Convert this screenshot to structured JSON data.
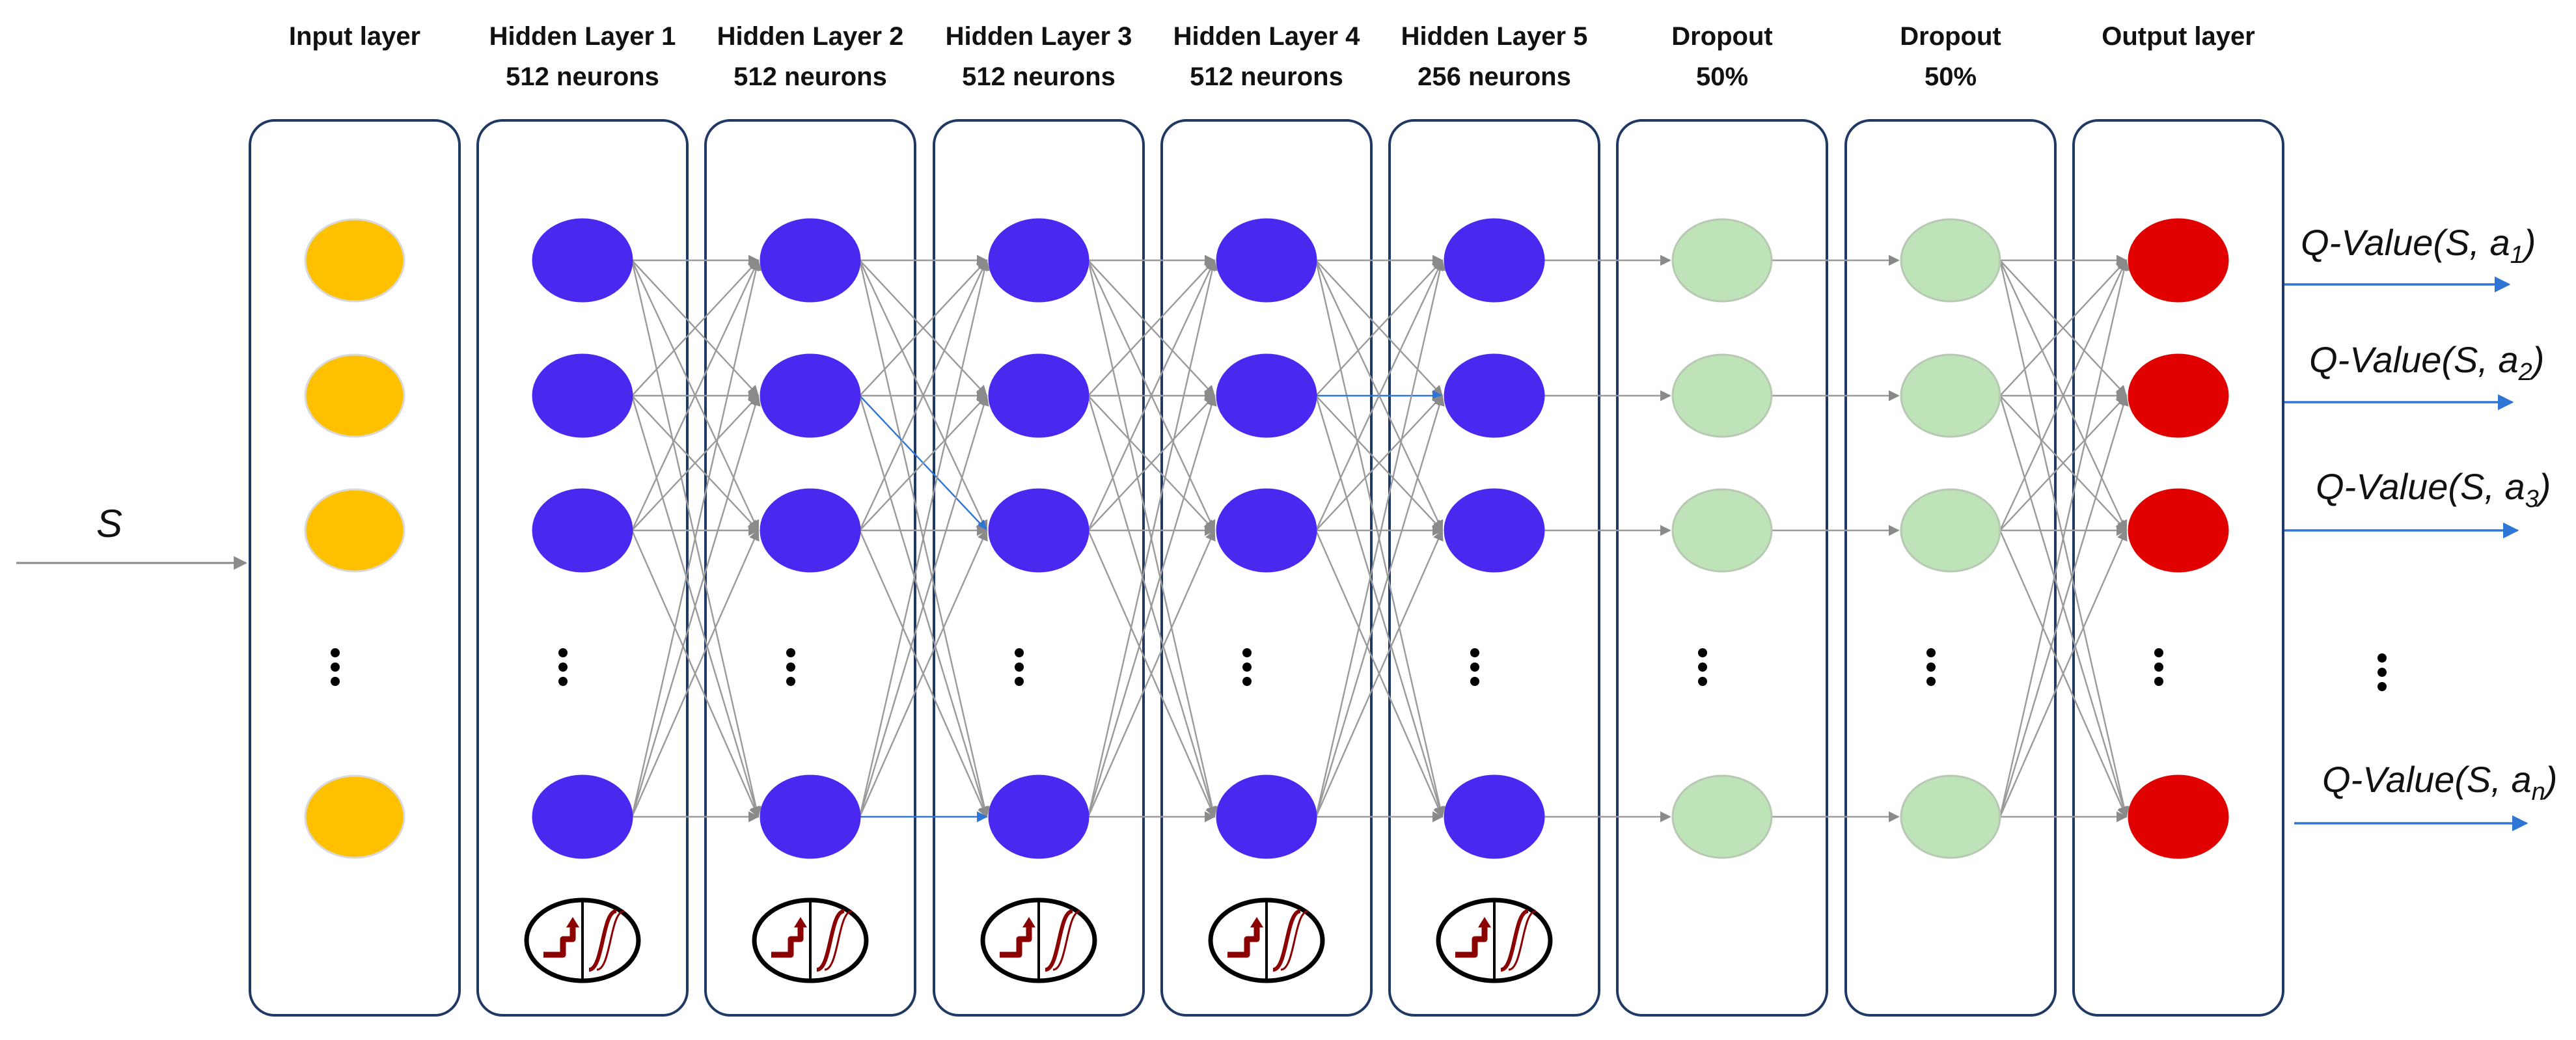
{
  "colors": {
    "frame": "#1F3864",
    "input_node": "#FFC000",
    "hidden_node": "#4B28F0",
    "dropout_node": "#BFE3B8",
    "output_node": "#E00000",
    "connection": "#9A9A9A",
    "highlight_connection": "#2E75D6",
    "activation_icon": "#8B0000"
  },
  "input_symbol": "S",
  "layers": [
    {
      "id": "input",
      "line1": "Input layer",
      "line2": "",
      "node_type": "input",
      "activation_icon": false
    },
    {
      "id": "hidden1",
      "line1": "Hidden Layer 1",
      "line2": "512 neurons",
      "node_type": "hidden",
      "activation_icon": true
    },
    {
      "id": "hidden2",
      "line1": "Hidden Layer 2",
      "line2": "512 neurons",
      "node_type": "hidden",
      "activation_icon": true
    },
    {
      "id": "hidden3",
      "line1": "Hidden Layer 3",
      "line2": "512 neurons",
      "node_type": "hidden",
      "activation_icon": true
    },
    {
      "id": "hidden4",
      "line1": "Hidden Layer 4",
      "line2": "512 neurons",
      "node_type": "hidden",
      "activation_icon": true
    },
    {
      "id": "hidden5",
      "line1": "Hidden Layer 5",
      "line2": "256 neurons",
      "node_type": "hidden",
      "activation_icon": true
    },
    {
      "id": "dropout1",
      "line1": "Dropout",
      "line2": "50%",
      "node_type": "dropout",
      "activation_icon": false
    },
    {
      "id": "dropout2",
      "line1": "Dropout",
      "line2": "50%",
      "node_type": "dropout",
      "activation_icon": false
    },
    {
      "id": "output",
      "line1": "Output layer",
      "line2": "",
      "node_type": "output",
      "activation_icon": false
    }
  ],
  "outputs": [
    {
      "prefix": "Q-Value(S, a",
      "sub": "1",
      "suffix": ")"
    },
    {
      "prefix": "Q-Value(S, a",
      "sub": "2",
      "suffix": ")"
    },
    {
      "prefix": "Q-Value(S, a",
      "sub": "3",
      "suffix": ")"
    },
    {
      "prefix": "Q-Value(S, a",
      "sub": "n",
      "suffix": ")"
    }
  ]
}
